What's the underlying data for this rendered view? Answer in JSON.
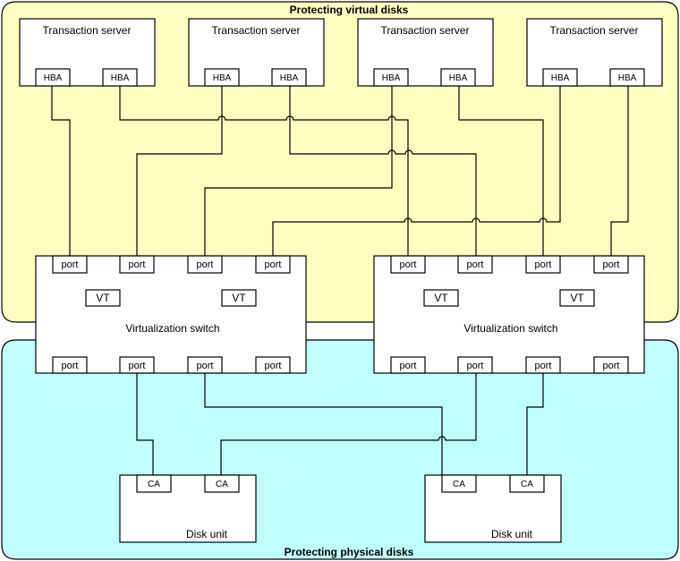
{
  "zones": {
    "virtual": {
      "title": "Protecting virtual disks",
      "color": "#ffffc0"
    },
    "physical": {
      "title": "Protecting physical disks",
      "color": "#c0ffff"
    }
  },
  "servers": [
    {
      "label": "Transaction server",
      "hbas": [
        "HBA",
        "HBA"
      ]
    },
    {
      "label": "Transaction server",
      "hbas": [
        "HBA",
        "HBA"
      ]
    },
    {
      "label": "Transaction server",
      "hbas": [
        "HBA",
        "HBA"
      ]
    },
    {
      "label": "Transaction server",
      "hbas": [
        "HBA",
        "HBA"
      ]
    }
  ],
  "switches": [
    {
      "label": "Virtualization switch",
      "top_ports": [
        "port",
        "port",
        "port",
        "port"
      ],
      "vts": [
        "VT",
        "VT"
      ],
      "bottom_ports": [
        "port",
        "port",
        "port",
        "port"
      ]
    },
    {
      "label": "Virtualization switch",
      "top_ports": [
        "port",
        "port",
        "port",
        "port"
      ],
      "vts": [
        "VT",
        "VT"
      ],
      "bottom_ports": [
        "port",
        "port",
        "port",
        "port"
      ]
    }
  ],
  "disks": [
    {
      "label": "Disk unit",
      "cas": [
        "CA",
        "CA"
      ]
    },
    {
      "label": "Disk unit",
      "cas": [
        "CA",
        "CA"
      ]
    }
  ],
  "connections": [
    {
      "from": "server1.hba1",
      "to": "switch1.top_port1"
    },
    {
      "from": "server1.hba2",
      "to": "switch2.top_port1"
    },
    {
      "from": "server2.hba1",
      "to": "switch1.top_port2"
    },
    {
      "from": "server2.hba2",
      "to": "switch2.top_port2"
    },
    {
      "from": "server3.hba1",
      "to": "switch1.top_port3"
    },
    {
      "from": "server3.hba2",
      "to": "switch2.top_port3"
    },
    {
      "from": "server4.hba1",
      "to": "switch1.top_port4"
    },
    {
      "from": "server4.hba2",
      "to": "switch2.top_port4"
    },
    {
      "from": "switch1.bottom_port2",
      "to": "disk1.ca1"
    },
    {
      "from": "switch1.bottom_port3",
      "to": "disk2.ca1"
    },
    {
      "from": "switch2.bottom_port2",
      "to": "disk1.ca2"
    },
    {
      "from": "switch2.bottom_port3",
      "to": "disk2.ca2"
    }
  ]
}
